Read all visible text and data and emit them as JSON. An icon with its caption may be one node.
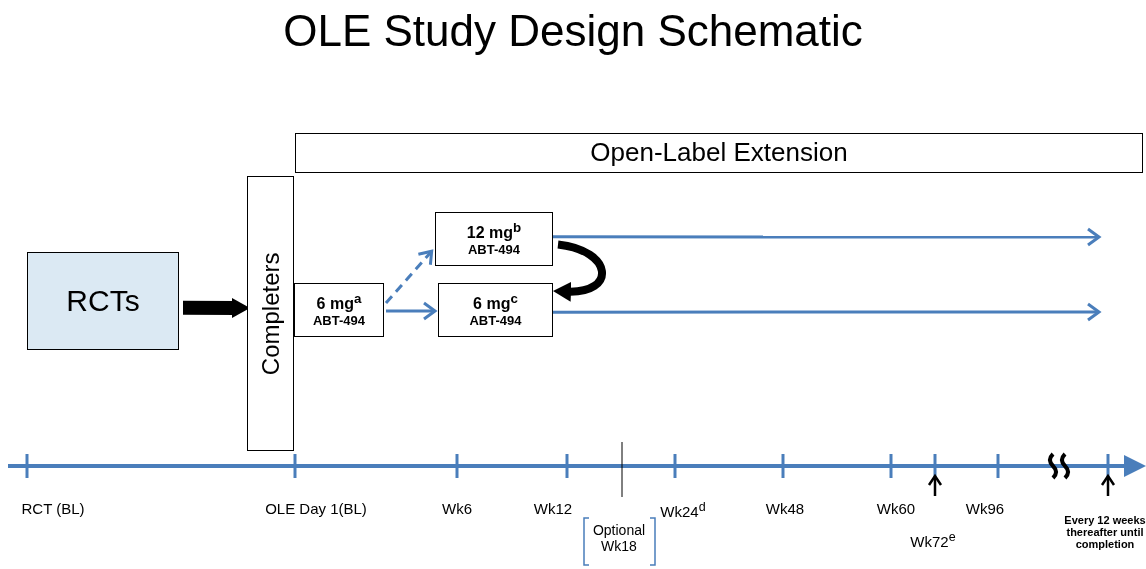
{
  "diagram": {
    "title": "OLE Study Design Schematic",
    "nodes": [
      {
        "text": [
          "Open-Label Extension"
        ]
      },
      {
        "text": [
          "RCTs"
        ]
      },
      {
        "text": [
          "Completers"
        ]
      },
      {
        "text": [
          "6 mg$^{a}$",
          "ABT-494"
        ]
      },
      {
        "text": [
          "12 mg$^{b}$",
          "ABT-494"
        ]
      },
      {
        "text": [
          "6 mg$^{c}$",
          "ABT-494"
        ]
      }
    ],
    "edges": [
      {
        "from": 1,
        "to": 2,
        "arrow": "to",
        "style": "thick",
        "color": "#000000"
      },
      {
        "from": 3,
        "to": 4,
        "arrow": "to",
        "style": "dashed"
      },
      {
        "from": 3,
        "to": 5,
        "arrow": "to"
      },
      {
        "from": 4,
        "to": null,
        "arrow": "to"
      },
      {
        "from": 5,
        "to": null,
        "arrow": "to"
      },
      {
        "from": 4,
        "to": 5,
        "arrow": "to",
        "style": "thick",
        "color": "#000000"
      }
    ],
    "labels": [
      "RCT (BL)",
      "OLE Day 1(BL)",
      "Wk6",
      "Wk12",
      "Wk24$^{d}$",
      "Wk48",
      "Wk60",
      "Wk96",
      "Optional Wk18",
      "Wk72$^{e}$",
      "Every 12 weeks thereafter until completion"
    ]
  }
}
